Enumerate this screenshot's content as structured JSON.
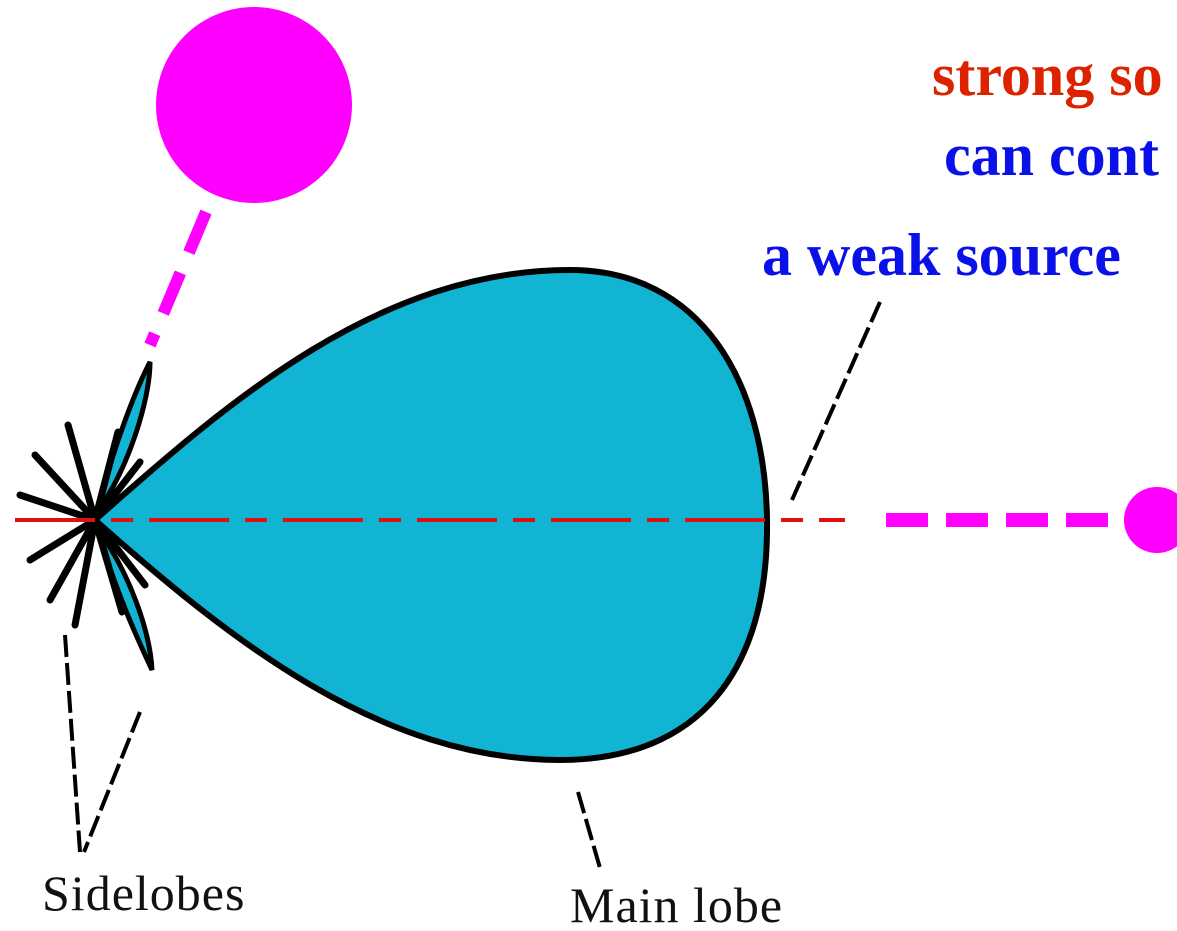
{
  "header": {
    "line1": "strong so",
    "line2": "can cont",
    "line3": "a weak source",
    "line1_color": "#dd2200",
    "line2_color": "#0a10e8",
    "line3_color": "#0a10e8"
  },
  "labels": {
    "sidelobes": "Sidelobes",
    "main_lobe": "Main lobe"
  },
  "colors": {
    "source": "#ff00ff",
    "lobe_fill": "#12b4d4",
    "lobe_stroke": "#000000",
    "axis_line": "#dd1111",
    "source_ray": "#ff00ff"
  }
}
